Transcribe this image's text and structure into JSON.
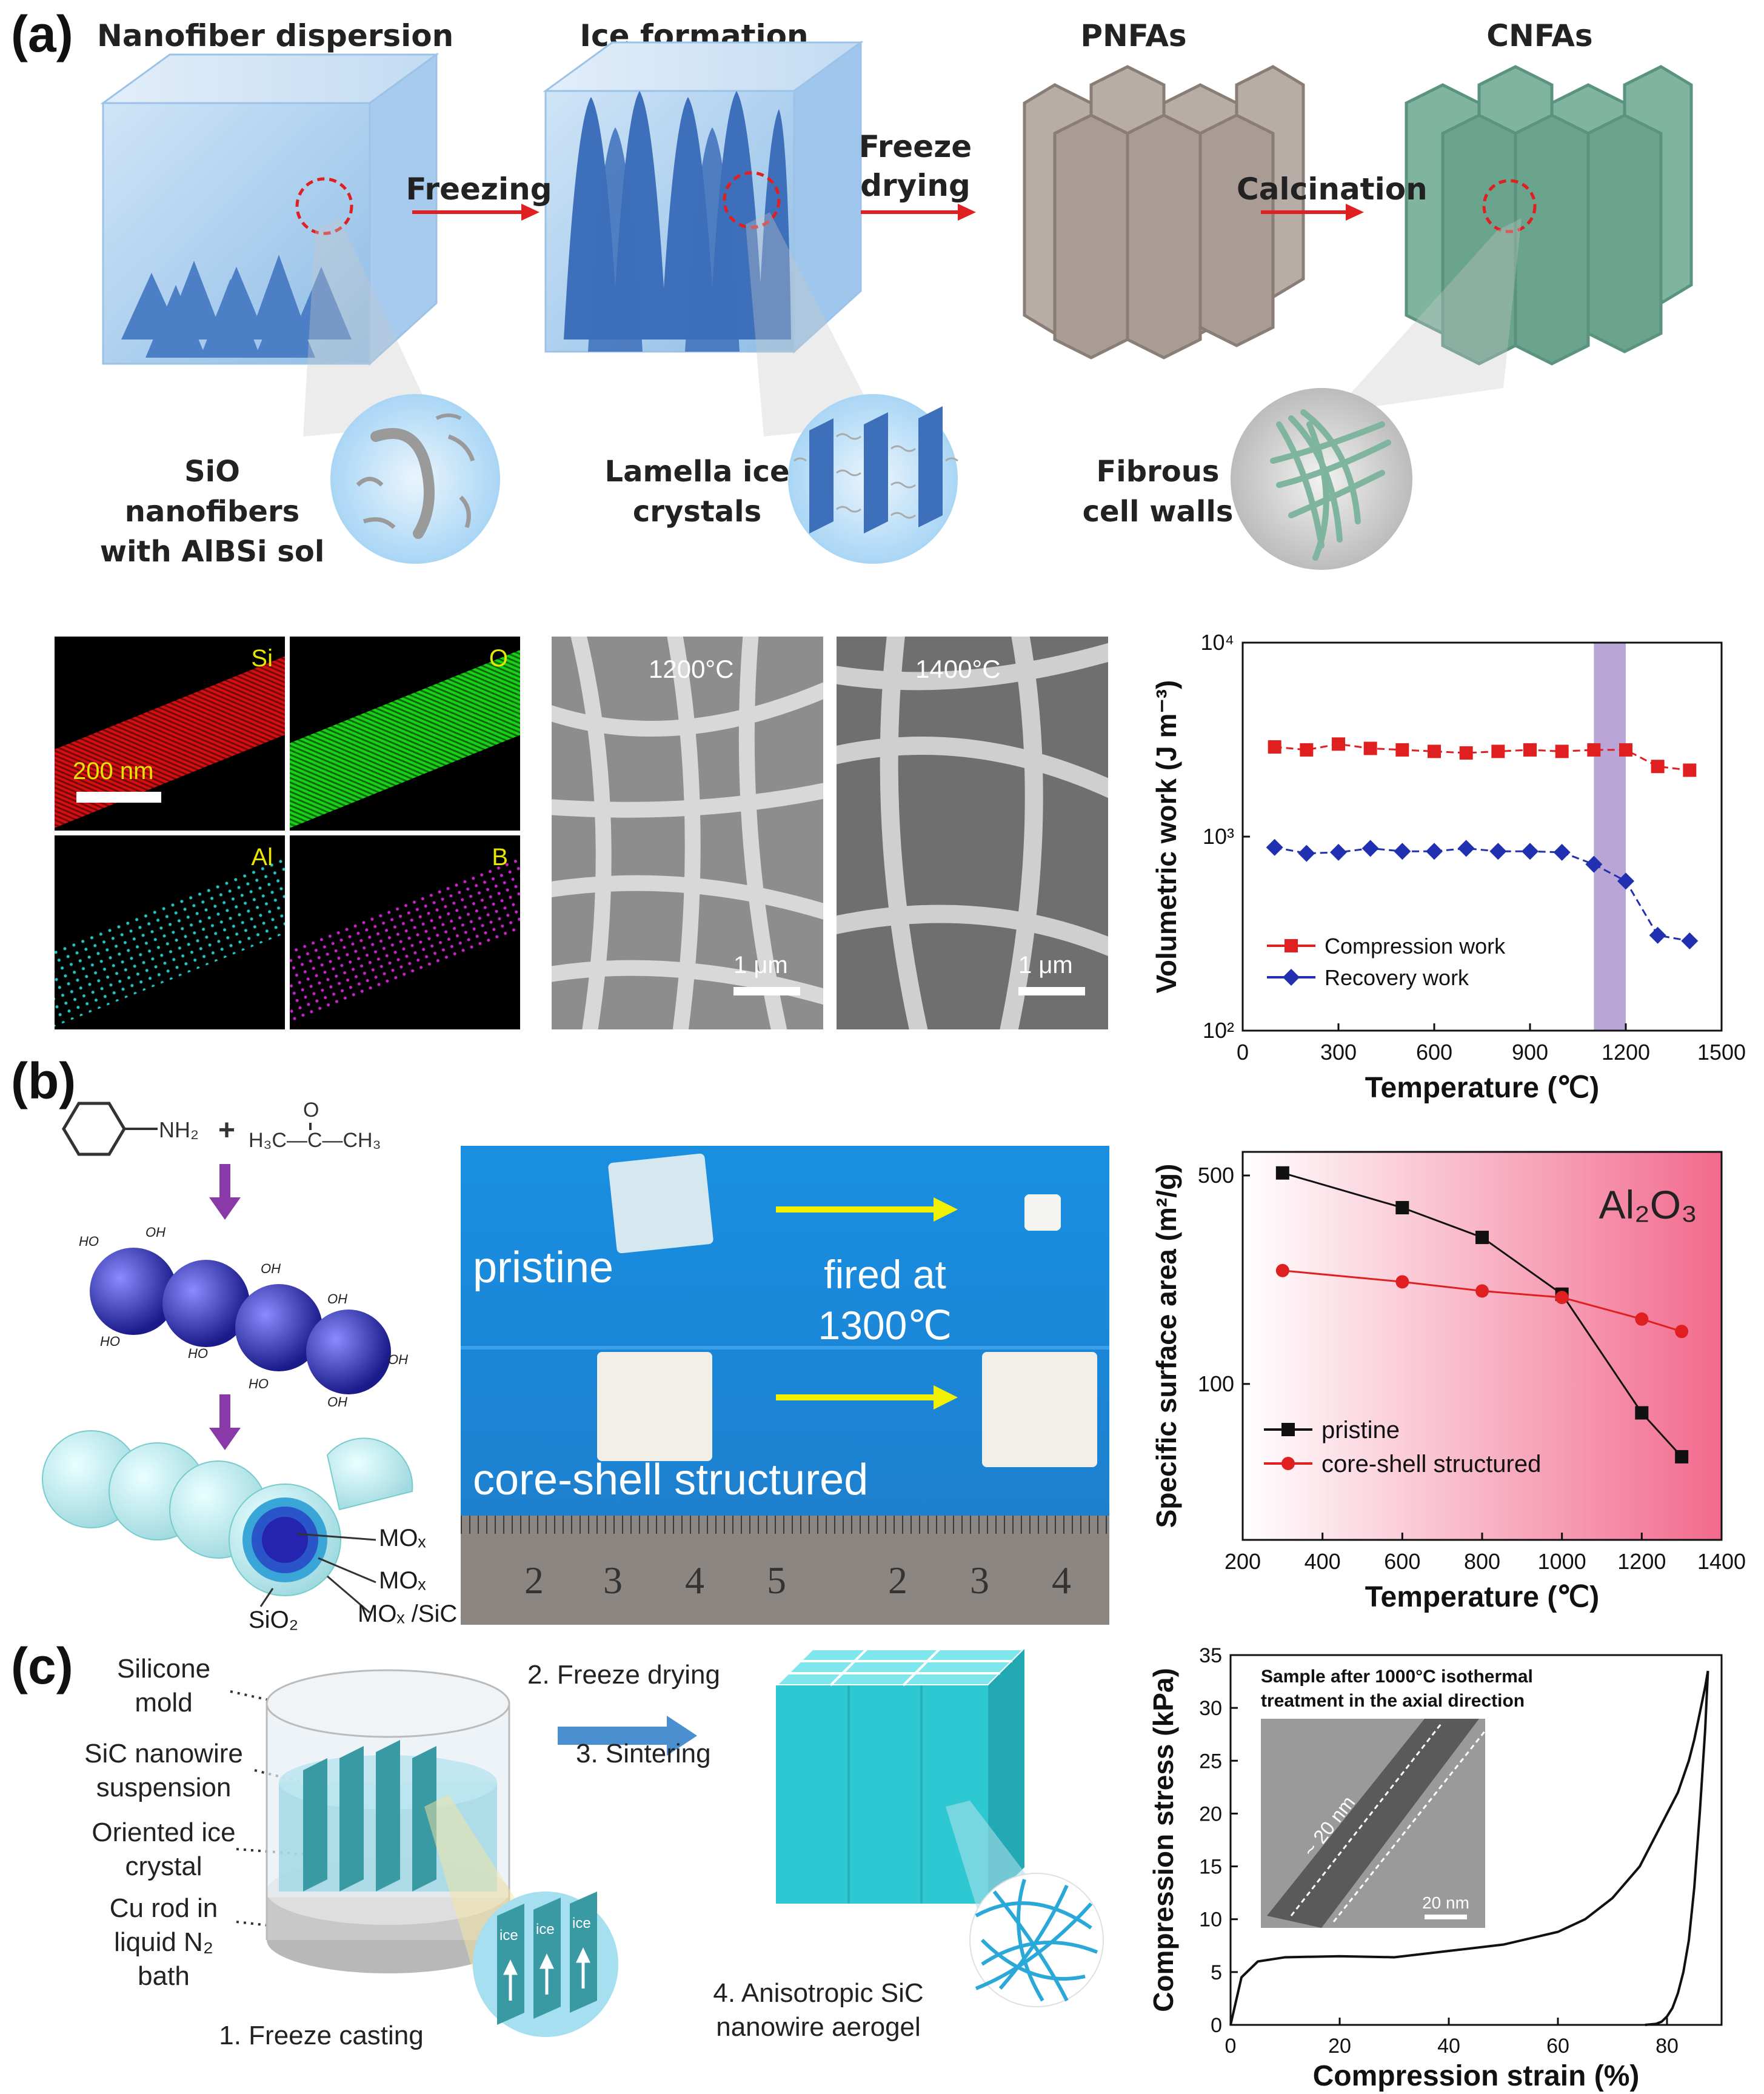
{
  "panel_a": {
    "label": "(a)",
    "stages": [
      "Nanofiber dispersion",
      "Ice formation",
      "PNFAs",
      "CNFAs"
    ],
    "arrows": [
      "Freezing",
      "Freeze drying",
      "Calcination"
    ],
    "captions": [
      "SiO nanofibers with AlBSi sol",
      "Lamella ice crystals",
      "Fibrous cell walls"
    ],
    "eds_maps": [
      {
        "element": "Si",
        "color": "#e01010"
      },
      {
        "element": "O",
        "color": "#18d018"
      },
      {
        "element": "Al",
        "color": "#20c8c8"
      },
      {
        "element": "B",
        "color": "#d020d0"
      }
    ],
    "eds_scale": "200 nm",
    "sem_labels": [
      "1200°C",
      "1400°C"
    ],
    "sem_scale": "1 μm"
  },
  "panel_b": {
    "label": "(b)",
    "chem_labels": {
      "aniline": "NH₂",
      "plus": "+",
      "acetone": "H₃C—C—CH₃",
      "mox1": "MOₓ",
      "mox2": "MOₓ",
      "moxsic": "MOₓ /SiC",
      "sio2": "SiO₂"
    },
    "photo_labels": {
      "pristine": "pristine",
      "fired": "fired at 1300℃",
      "coreshell": "core-shell structured",
      "ruler": [
        "2",
        "3",
        "4",
        "5",
        "2",
        "3",
        "4"
      ]
    }
  },
  "panel_c": {
    "label": "(c)",
    "mold_labels": [
      "Silicone mold",
      "SiC nanowire suspension",
      "Oriented ice crystal",
      "Cu rod in liquid N₂ bath"
    ],
    "steps": [
      "1. Freeze casting",
      "2. Freeze drying",
      "3. Sintering",
      "4. Anisotropic SiC nanowire aerogel"
    ],
    "ice_label": "ice"
  },
  "chart_data": [
    {
      "type": "line",
      "xlabel": "Temperature (℃)",
      "ylabel": "Volumetric work (J m⁻³)",
      "yscale": "log",
      "xlim": [
        0,
        1500
      ],
      "ylim": [
        100,
        10000
      ],
      "xticks": [
        "0",
        "300",
        "600",
        "900",
        "1200",
        "1500"
      ],
      "yticks": [
        "10²",
        "10³",
        "10⁴"
      ],
      "highlight_band": [
        1100,
        1200
      ],
      "x": [
        100,
        200,
        300,
        400,
        500,
        600,
        700,
        800,
        900,
        1000,
        1100,
        1200,
        1300,
        1400
      ],
      "series": [
        {
          "name": "Compression work",
          "color": "#e02020",
          "marker": "square",
          "values": [
            2900,
            2800,
            3000,
            2850,
            2800,
            2750,
            2700,
            2750,
            2800,
            2750,
            2800,
            2800,
            2300,
            2200
          ]
        },
        {
          "name": "Recovery work",
          "color": "#2030b0",
          "marker": "diamond",
          "values": [
            880,
            820,
            830,
            870,
            840,
            840,
            870,
            840,
            840,
            830,
            720,
            590,
            310,
            290
          ]
        }
      ],
      "legend": "bottom-left"
    },
    {
      "type": "line",
      "xlabel": "Temperature (℃)",
      "ylabel": "Specific surface area (m²/g)",
      "yscale": "log",
      "xlim": [
        200,
        1400
      ],
      "ylim": [
        30,
        600
      ],
      "xticks": [
        "200",
        "400",
        "600",
        "800",
        "1000",
        "1200",
        "1400"
      ],
      "yticks": [
        "100",
        "500"
      ],
      "annotation": "Al₂O₃",
      "x": [
        300,
        600,
        800,
        1000,
        1200,
        1300
      ],
      "series": [
        {
          "name": "pristine",
          "color": "#111111",
          "marker": "square",
          "values": [
            510,
            390,
            310,
            200,
            80,
            57
          ]
        },
        {
          "name": "core-shell structured",
          "color": "#e02020",
          "marker": "circle",
          "values": [
            240,
            220,
            205,
            195,
            165,
            150
          ]
        }
      ],
      "legend": "bottom-left"
    },
    {
      "type": "line",
      "xlabel": "Compression strain (%)",
      "ylabel": "Compression stress (kPa)",
      "xlim": [
        0,
        90
      ],
      "ylim": [
        0,
        35
      ],
      "xticks": [
        "0",
        "20",
        "40",
        "60",
        "80"
      ],
      "yticks": [
        "0",
        "5",
        "10",
        "15",
        "20",
        "25",
        "30",
        "35"
      ],
      "inset_title": "Sample after 1000°C isothermal treatment in the axial direction",
      "inset_labels": [
        "~ 20 nm",
        "20 nm"
      ],
      "series": [
        {
          "name": "loading",
          "color": "#111111",
          "x": [
            0,
            2,
            5,
            10,
            20,
            30,
            40,
            50,
            60,
            65,
            70,
            75,
            78,
            80,
            82,
            84,
            85,
            86,
            87,
            87.5
          ],
          "values": [
            0,
            4.5,
            6.0,
            6.4,
            6.5,
            6.4,
            7.0,
            7.6,
            8.8,
            10.0,
            12.0,
            15.0,
            18.0,
            20.0,
            22.0,
            25.0,
            27.0,
            29.5,
            32.0,
            33.5
          ]
        },
        {
          "name": "unloading",
          "color": "#111111",
          "x": [
            87.5,
            87,
            86,
            85,
            84,
            83,
            82,
            81,
            80,
            79,
            78,
            76
          ],
          "values": [
            33.5,
            28.0,
            20.0,
            13.0,
            8.0,
            5.0,
            3.0,
            1.6,
            0.8,
            0.3,
            0.1,
            0
          ]
        }
      ]
    }
  ]
}
